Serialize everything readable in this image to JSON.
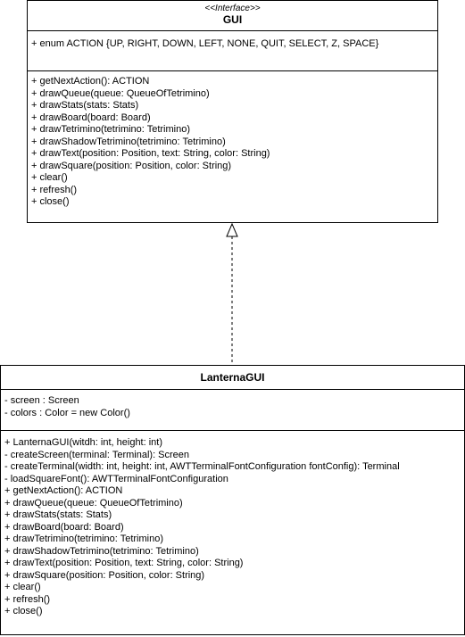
{
  "interface_class": {
    "stereotype": "<<Interface>>",
    "name": "GUI",
    "attributes": [
      "+ enum ACTION {UP, RIGHT, DOWN, LEFT, NONE, QUIT, SELECT, Z, SPACE}"
    ],
    "methods": [
      "+ getNextAction(): ACTION",
      "+ drawQueue(queue: QueueOfTetrimino)",
      "+ drawStats(stats: Stats)",
      "+ drawBoard(board: Board)",
      "+ drawTetrimino(tetrimino: Tetrimino)",
      "+ drawShadowTetrimino(tetrimino: Tetrimino)",
      "+ drawText(position: Position, text: String, color: String)",
      "+ drawSquare(position: Position, color: String)",
      "+ clear()",
      "+ refresh()",
      "+ close()"
    ]
  },
  "implementation_class": {
    "name": "LanternaGUI",
    "attributes": [
      "- screen : Screen",
      "- colors : Color = new Color()"
    ],
    "methods": [
      "+ LanternaGUI(witdh: int, height: int)",
      "- createScreen(terminal: Terminal): Screen",
      "- createTerminal(width: int, height: int, AWTTerminalFontConfiguration fontConfig): Terminal",
      "- loadSquareFont(): AWTTerminalFontConfiguration",
      "+ getNextAction(): ACTION",
      "+ drawQueue(queue: QueueOfTetrimino)",
      "+ drawStats(stats: Stats)",
      "+ drawBoard(board: Board)",
      "+ drawTetrimino(tetrimino: Tetrimino)",
      "+ drawShadowTetrimino(tetrimino: Tetrimino)",
      "+ drawText(position: Position, text: String, color: String)",
      "+ drawSquare(position: Position, color: String)",
      "+ clear()",
      "+ refresh()",
      "+ close()"
    ]
  },
  "relationship": {
    "type": "realization",
    "arrow": "hollow-triangle",
    "line_style": "dashed",
    "color": "#000000"
  }
}
